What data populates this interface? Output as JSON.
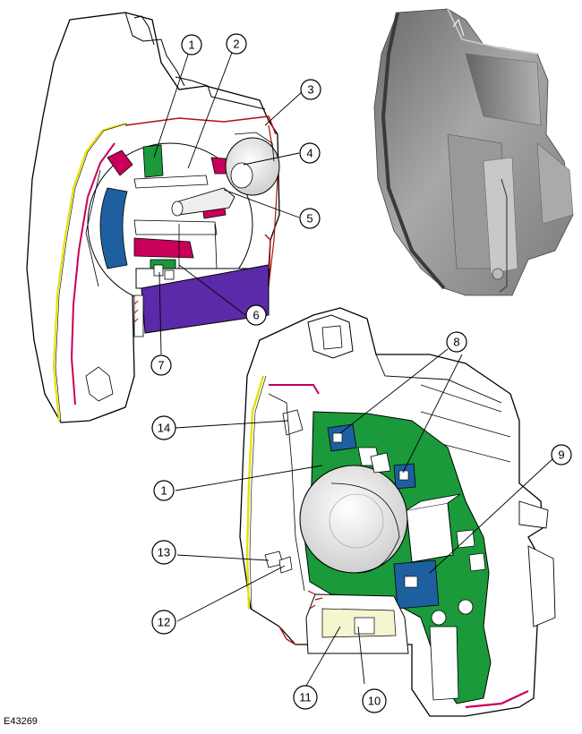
{
  "figure": {
    "reference_code": "E43269",
    "callouts": [
      "1",
      "2",
      "3",
      "4",
      "5",
      "6",
      "7",
      "8",
      "9",
      "10",
      "11",
      "12",
      "13",
      "14",
      "1"
    ]
  },
  "colors": {
    "outline": "#000000",
    "housing_fill": "#ffffff",
    "yellow_seal": "#e8e000",
    "magenta": "#c8005a",
    "green_board": "#1a9a3a",
    "blue_part": "#1e5fa0",
    "purple_base": "#5a2aa8",
    "red_trim": "#b01010",
    "grey_render": "#8a8a8a"
  }
}
